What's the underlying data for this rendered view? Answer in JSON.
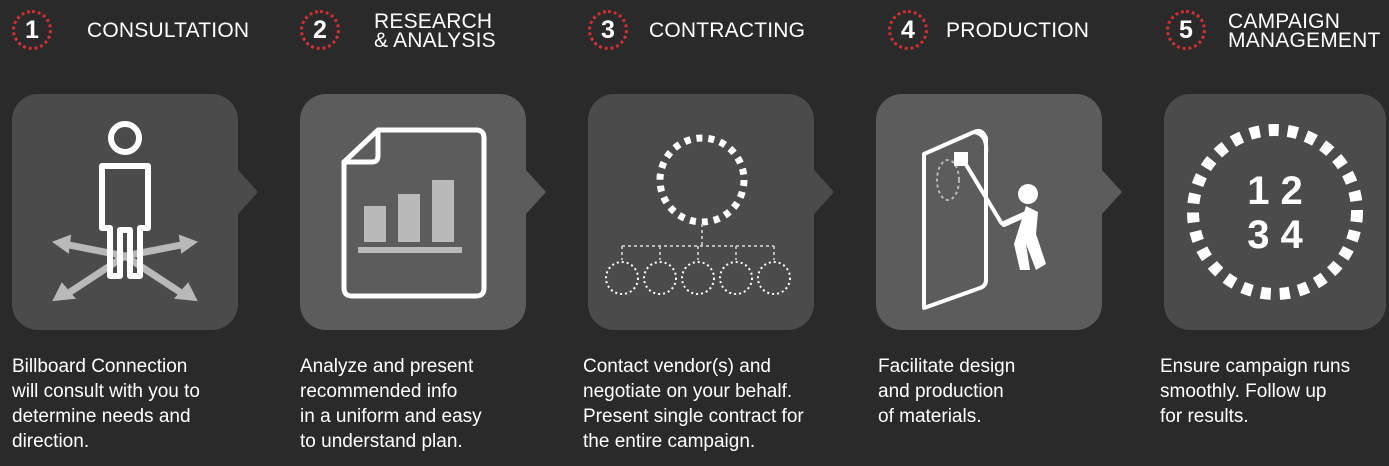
{
  "steps": [
    {
      "number": "1",
      "title": "CONSULTATION",
      "icon": "person-crossroads-icon",
      "description": "Billboard Connection\nwill consult with you to\ndetermine needs and\ndirection."
    },
    {
      "number": "2",
      "title": "RESEARCH\n& ANALYSIS",
      "icon": "bar-chart-document-icon",
      "description": "Analyze and present\nrecommended info\nin a uniform and easy\nto understand plan."
    },
    {
      "number": "3",
      "title": "CONTRACTING",
      "icon": "vendor-network-icon",
      "description": "Contact vendor(s) and\nnegotiate on your behalf.\nPresent single contract for\nthe entire campaign."
    },
    {
      "number": "4",
      "title": "PRODUCTION",
      "icon": "billboard-posting-icon",
      "description": "Facilitate design\nand production\nof materials."
    },
    {
      "number": "5",
      "title": "CAMPAIGN\nMANAGEMENT",
      "icon": "campaign-cycle-icon",
      "description": "Ensure campaign runs\nsmoothly. Follow up\nfor results.",
      "icon_text": {
        "row1": "1 2",
        "row2": "3 4"
      }
    }
  ],
  "colors": {
    "background": "#2b2a2a",
    "card": "#4b4b4b",
    "card_light": "#5c5c5c",
    "badge_ring": "#d32f2f",
    "icon": "#ffffff",
    "icon_gray": "#b9b9b9"
  }
}
